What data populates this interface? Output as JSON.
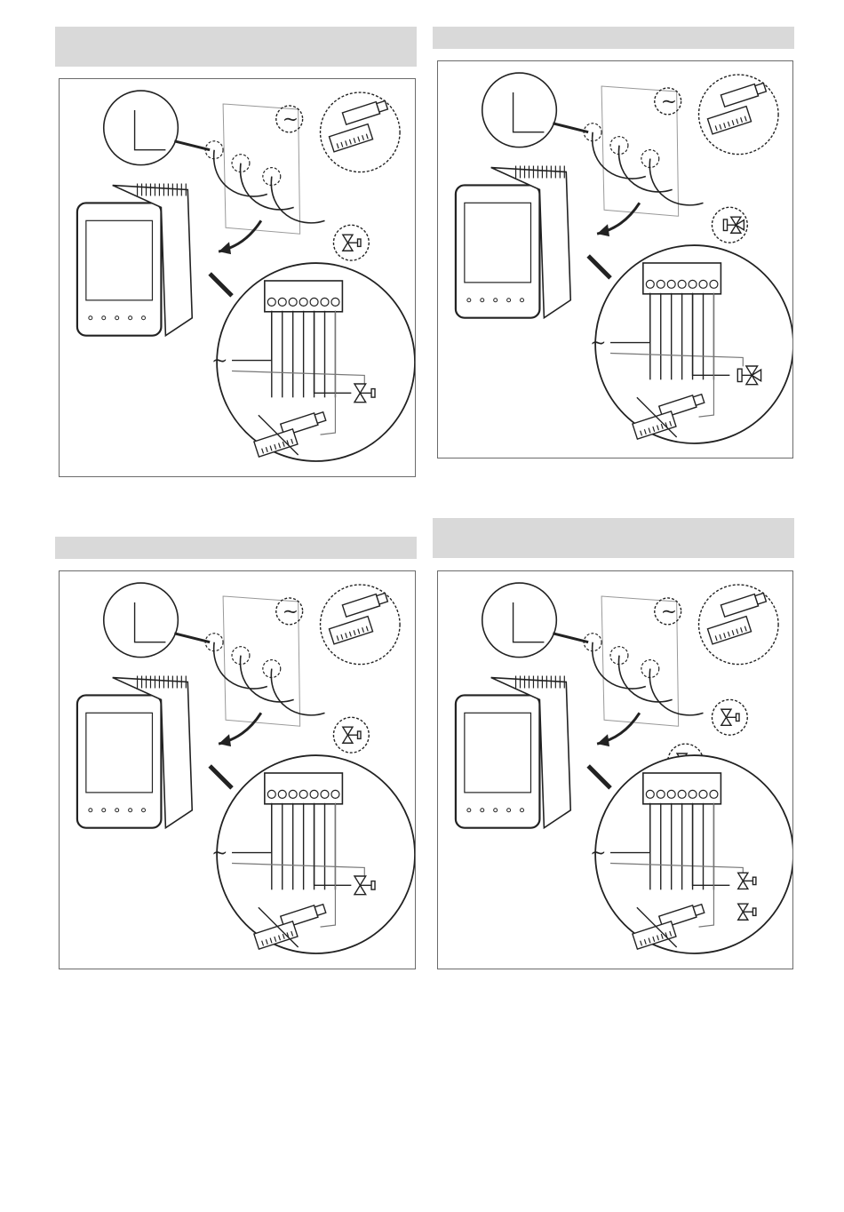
{
  "page": {
    "background": "#ffffff",
    "band_color": "#d9d9d9",
    "line_color": "#222222"
  },
  "panels": [
    {
      "id": "top-left",
      "valves": 1,
      "valve_style": "two-way",
      "band_text": ""
    },
    {
      "id": "top-right",
      "valves": 1,
      "valve_style": "three-way",
      "band_text": ""
    },
    {
      "id": "bottom-left",
      "valves": 1,
      "valve_style": "two-way",
      "band_text": ""
    },
    {
      "id": "bottom-right",
      "valves": 2,
      "valve_style": "two-way",
      "band_text": ""
    }
  ],
  "symbols": {
    "ac_supply": "~"
  },
  "terminal_count": 7
}
